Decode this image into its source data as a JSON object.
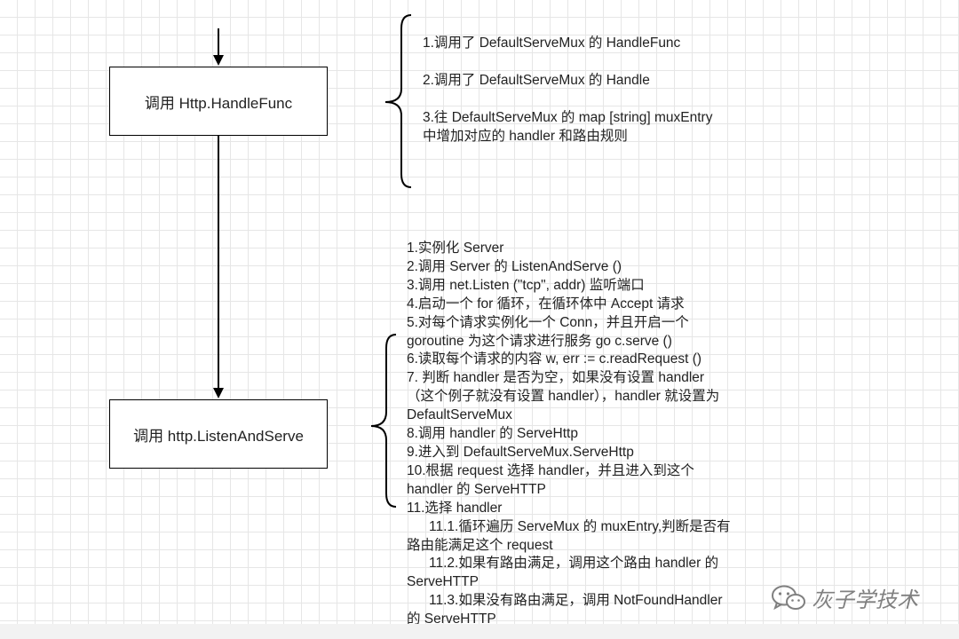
{
  "diagram": {
    "nodes": [
      {
        "id": "handlefunc",
        "label": "调用 Http.HandleFunc"
      },
      {
        "id": "listenandserve",
        "label": "调用 http.ListenAndServe"
      }
    ],
    "handlefunc_notes": [
      "1.调用了 DefaultServeMux 的 HandleFunc",
      "2.调用了 DefaultServeMux 的 Handle",
      "3.往 DefaultServeMux 的 map [string] muxEntry 中增加对应的 handler 和路由规则"
    ],
    "listenandserve_notes": [
      "1.实例化 Server",
      "2.调用 Server 的 ListenAndServe ()",
      "3.调用 net.Listen (\"tcp\", addr) 监听端口",
      "4.启动一个 for 循环，在循环体中 Accept 请求",
      "5.对每个请求实例化一个 Conn，并且开启一个",
      "goroutine 为这个请求进行服务 go c.serve ()",
      "6.读取每个请求的内容 w, err := c.readRequest ()",
      "7. 判断 handler 是否为空，如果没有设置 handler",
      "（这个例子就没有设置 handler），handler 就设置为",
      "DefaultServeMux",
      "8.调用 handler 的 ServeHttp",
      "9.进入到 DefaultServeMux.ServeHttp",
      "10.根据 request 选择 handler，并且进入到这个",
      "handler 的 ServeHTTP",
      "11.选择 handler",
      "11.1.循环遍历 ServeMux 的 muxEntry,判断是否有",
      "路由能满足这个 request",
      "11.2.如果有路由满足，调用这个路由 handler 的",
      "ServeHTTP",
      "11.3.如果没有路由满足，调用 NotFoundHandler",
      "的 ServeHTTP"
    ]
  },
  "watermark": {
    "text": "灰子学技术",
    "icon": "wechat-icon"
  }
}
